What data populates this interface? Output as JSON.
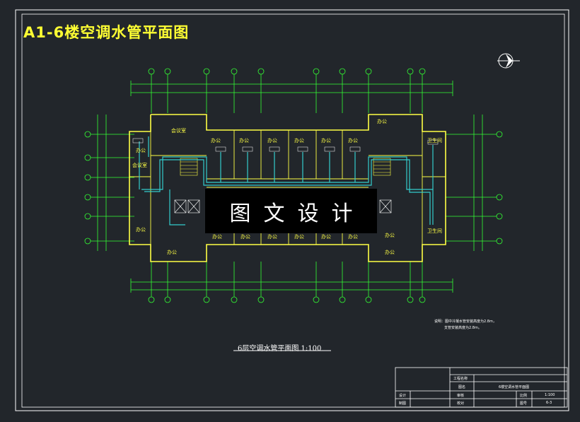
{
  "title": "A1-6楼空调水管平面图",
  "watermark": "图文设计",
  "drawing_caption": "6层空调水管平面图 1:100",
  "notes": {
    "line1": "说明：图中冷凝水管安装高度为2.8m，",
    "line2": "支管安装高度为2.8m。"
  },
  "title_block": {
    "project_name_label": "工程名称",
    "drawing_label": "图名",
    "drawing_name": "6楼空调水管平面图",
    "scale_label": "比例",
    "scale_value": "1:100",
    "sheet_label": "图号",
    "sheet_value": "6-3",
    "design_label": "设计",
    "check_label": "审核",
    "draw_label": "制图",
    "review_label": "校对"
  },
  "rooms": {
    "r_top_left": "会议室",
    "r_left_a": "办公",
    "r_left_b": "会议室",
    "r_left_c": "办公",
    "r_top_1": "办公",
    "r_top_2": "办公",
    "r_top_3": "办公",
    "r_top_4": "办公",
    "r_top_5": "办公",
    "r_top_6": "办公",
    "r_top_right": "办公",
    "r_right_a": "卫生间",
    "r_right_b": "卫生间",
    "r_bot_1": "办公",
    "r_bot_2": "办公",
    "r_bot_3": "办公",
    "r_bot_4": "办公",
    "r_bot_5": "办公",
    "r_bot_6": "办公",
    "r_bot_7": "办公",
    "r_bot_left": "办公",
    "r_bot_right": "办公"
  },
  "colors": {
    "background": "#22262b",
    "frame": "#ffffff",
    "wall": "#ffff44",
    "grid": "#33ff33",
    "pipe": "#33cccc",
    "title": "#ffff33"
  }
}
